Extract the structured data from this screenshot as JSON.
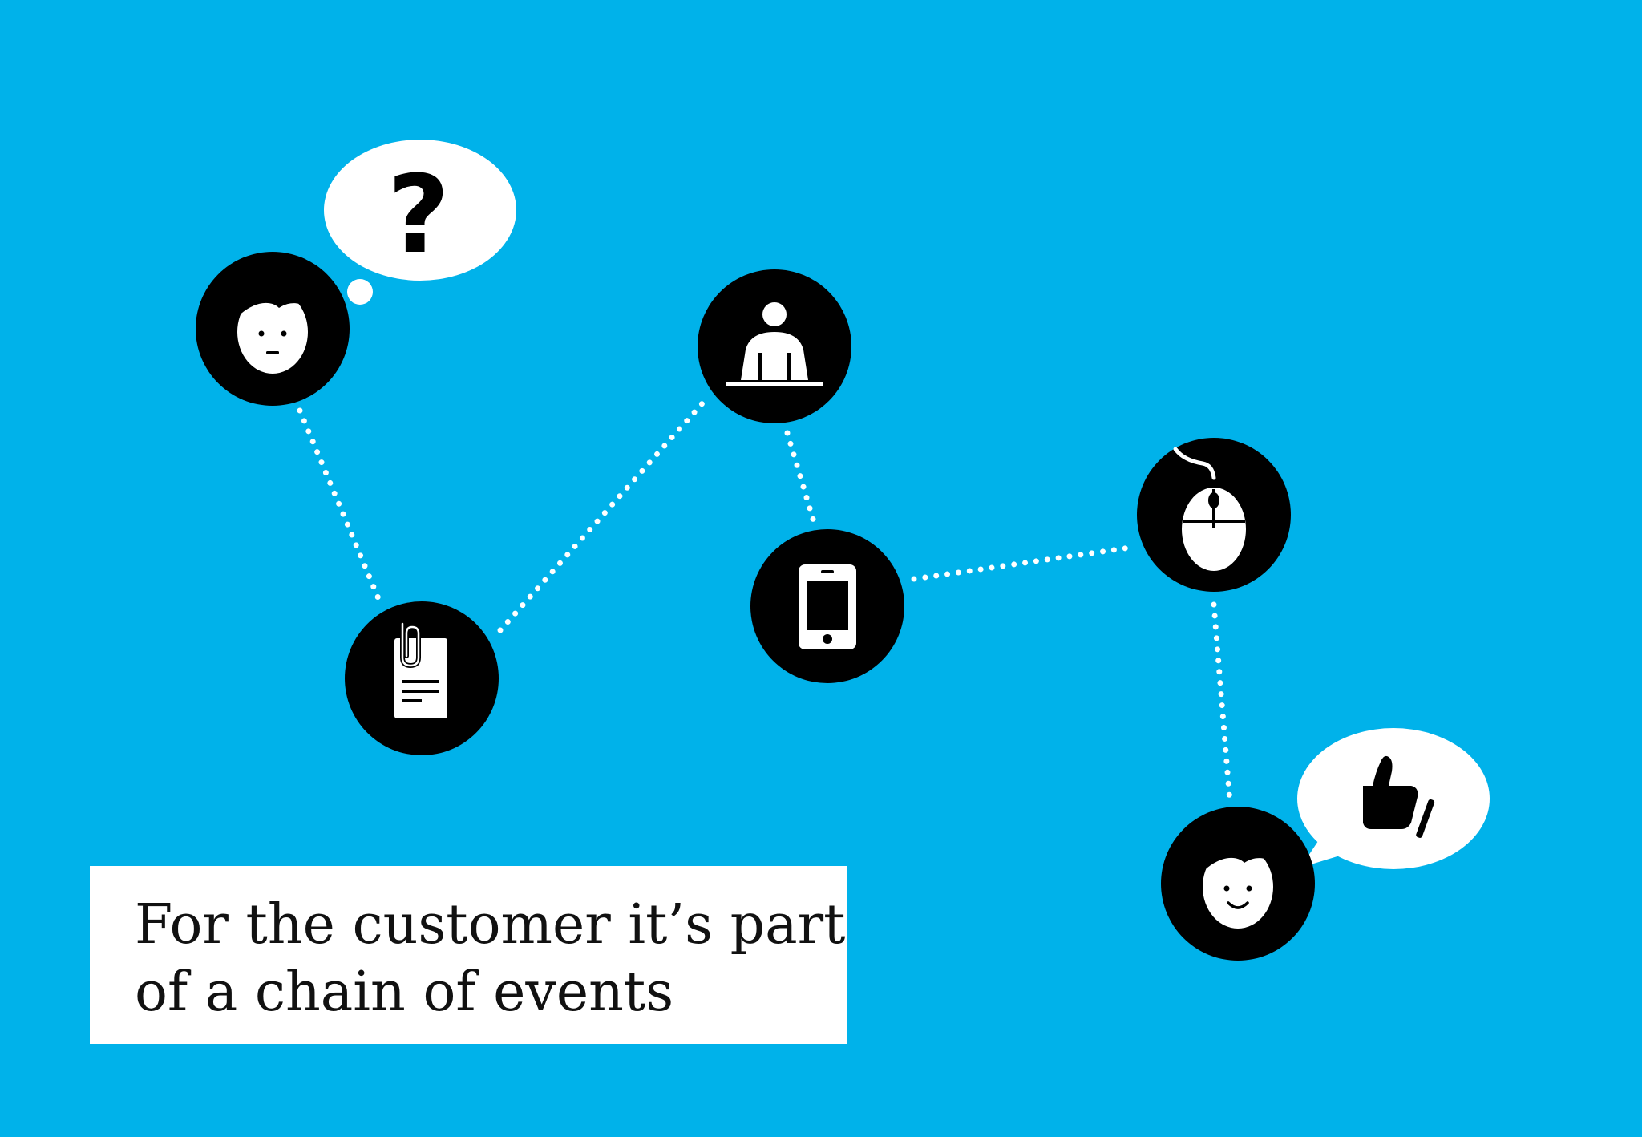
{
  "caption": {
    "line1": "For the customer it’s part",
    "line2": "of a chain of events"
  },
  "nodes": [
    {
      "id": "customer-confused",
      "icon": "confused-face-icon",
      "bubble": "thought-bubble-question-icon"
    },
    {
      "id": "document",
      "icon": "document-with-paperclip-icon"
    },
    {
      "id": "service-desk",
      "icon": "person-at-desk-icon"
    },
    {
      "id": "smartphone",
      "icon": "smartphone-icon"
    },
    {
      "id": "computer-mouse",
      "icon": "computer-mouse-icon"
    },
    {
      "id": "customer-happy",
      "icon": "smiling-face-icon",
      "bubble": "speech-bubble-thumbs-up-icon"
    }
  ],
  "bubble_text": {
    "question": "?"
  },
  "colors": {
    "background": "#00b2ea",
    "node_fill": "#000000",
    "icon_fill": "#ffffff",
    "connector": "#ffffff",
    "caption_box": "#ffffff",
    "caption_text": "#111111"
  }
}
